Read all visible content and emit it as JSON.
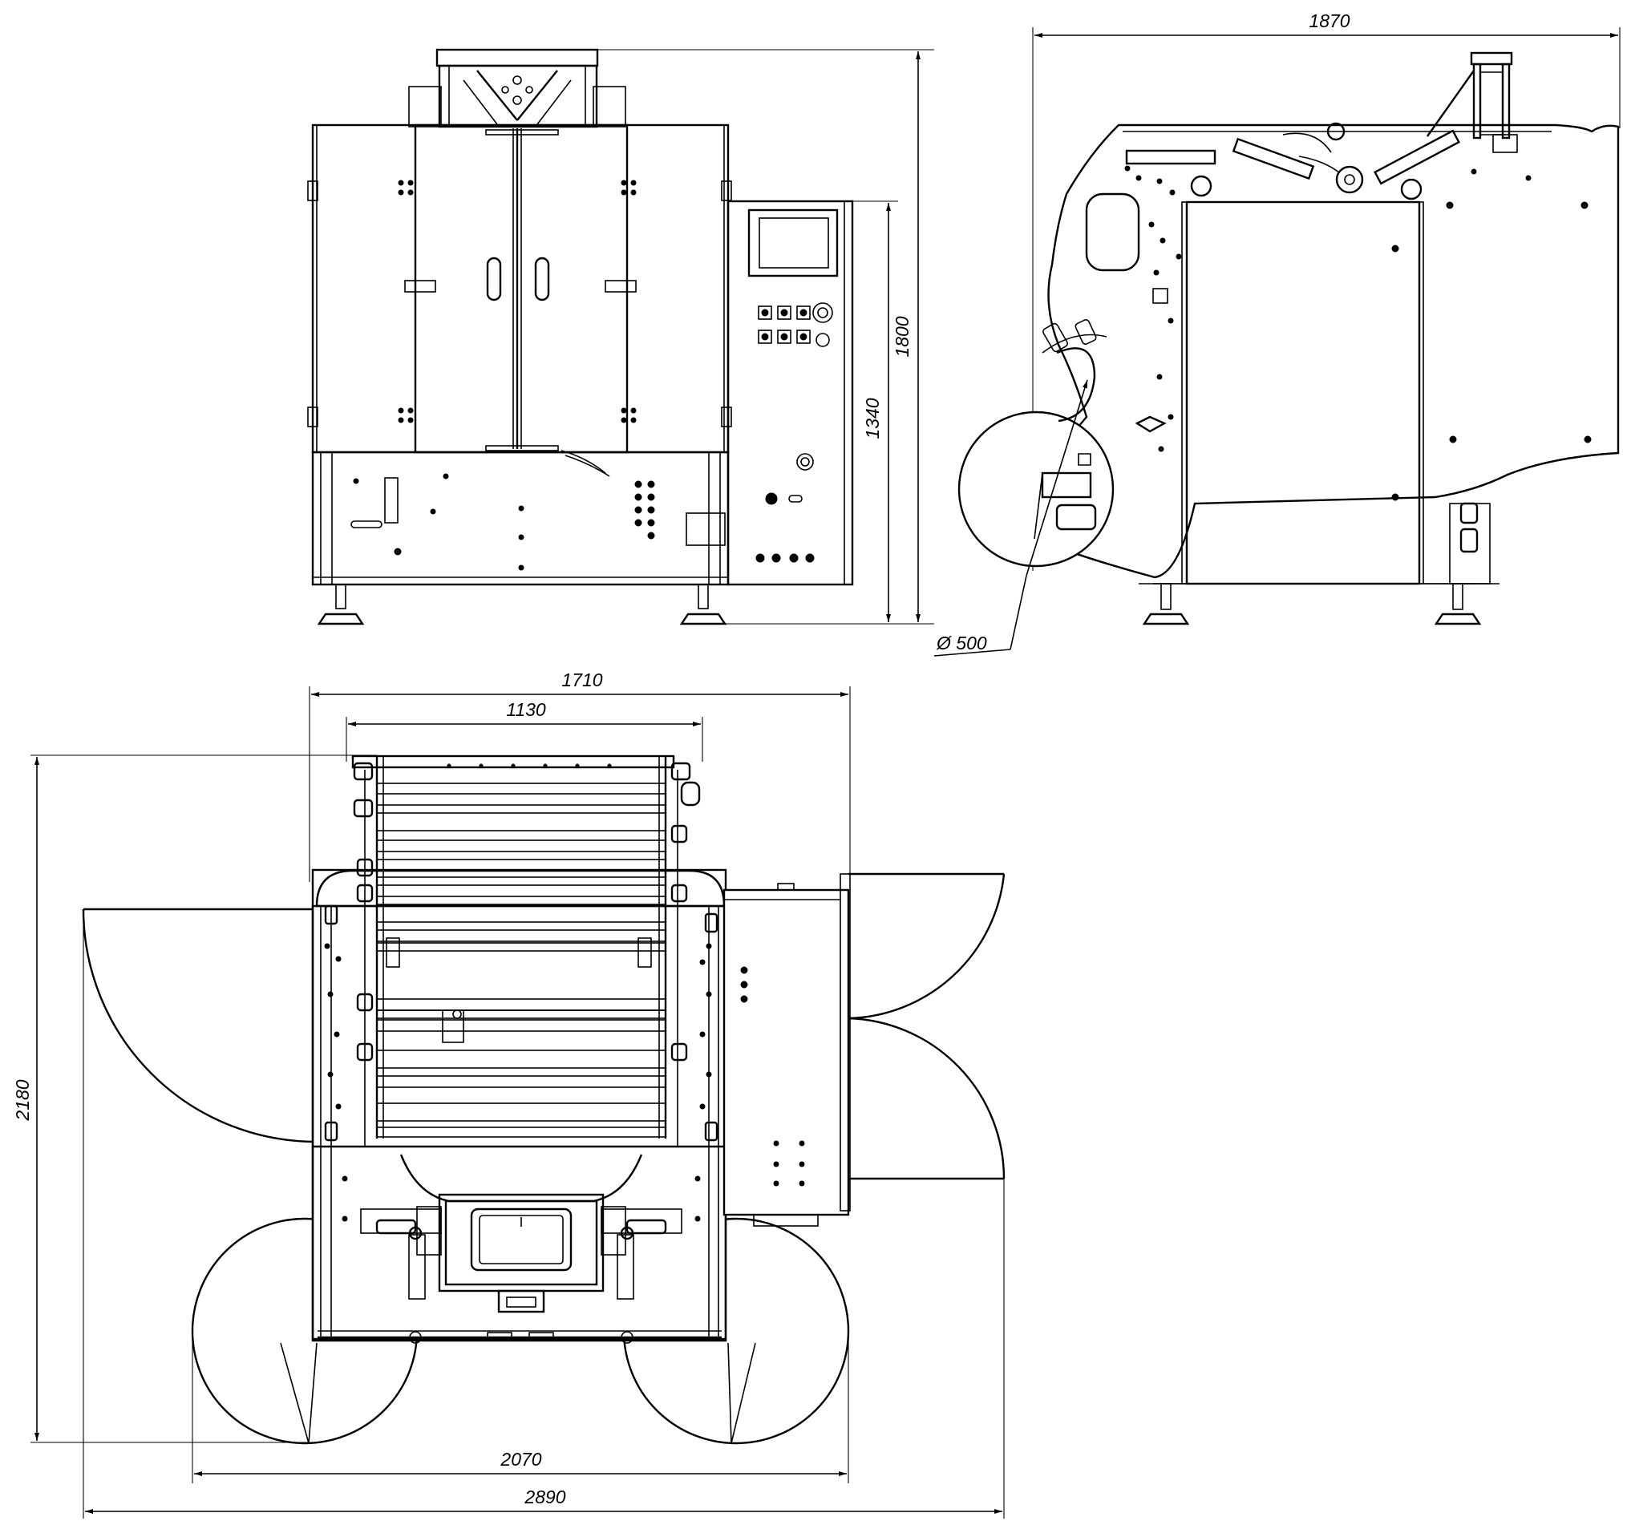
{
  "drawing": {
    "dimensions": {
      "front_height_total": "1800",
      "front_height_panel": "1340",
      "side_length": "1870",
      "roll_diameter": "Ø 500",
      "plan_width_frame": "1710",
      "plan_width_inner": "1130",
      "plan_depth": "2180",
      "plan_width_rolls": "2070",
      "plan_width_doors": "2890"
    }
  }
}
